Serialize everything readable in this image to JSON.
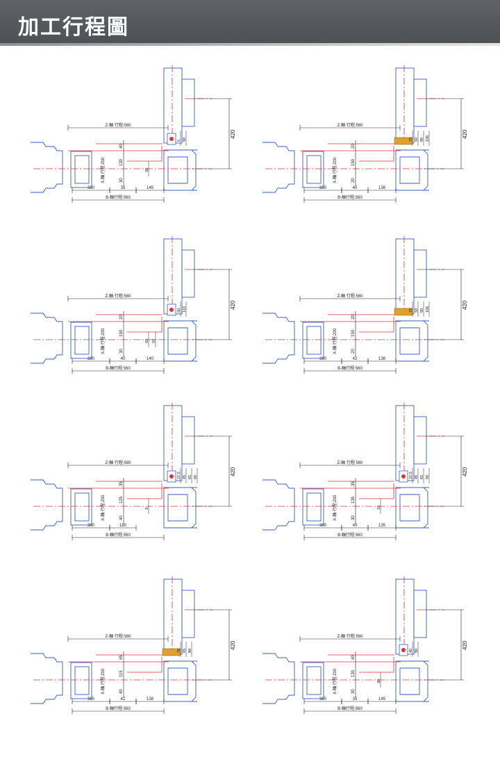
{
  "header": {
    "title": "加工行程圖"
  },
  "colors": {
    "machine": "#3a5bbf",
    "path": "#e0303a",
    "dim": "#222222",
    "tool": "#e0a030"
  },
  "diagrams": [
    {
      "z_label": "Z-軸 行程:560",
      "b_label": "B-軸行程:560",
      "x_label": "X-軸 行程:200",
      "total": "420",
      "bottom": [
        "380",
        "35",
        "145"
      ],
      "left": [
        "40",
        "130",
        "30"
      ],
      "right": [
        "5",
        "90"
      ],
      "inner": [
        "30"
      ]
    },
    {
      "z_label": "Z-軸 行程:560",
      "b_label": "B-軸行程:560",
      "x_label": "X-軸 行程:200",
      "total": "420",
      "bottom": [
        "380",
        "40",
        "138"
      ],
      "left": [
        "20",
        "150",
        "20"
      ],
      "right": [
        "75",
        "50",
        "90",
        "106"
      ],
      "inner": []
    },
    {
      "z_label": "Z-軸 行程:560",
      "b_label": "B-軸行程:560",
      "x_label": "X-軸 行程:200",
      "total": "420",
      "bottom": [
        "380",
        "40",
        "140"
      ],
      "left": [
        "20",
        "150",
        "30"
      ],
      "right": [
        "50",
        "110"
      ],
      "inner": [
        "65",
        "50"
      ]
    },
    {
      "z_label": "Z-軸 行程:560",
      "b_label": "B-軸行程:560",
      "x_label": "X-軸 行程:200",
      "total": "420",
      "bottom": [
        "380",
        "42",
        "138"
      ],
      "left": [
        "20",
        "150",
        "20"
      ],
      "right": [
        "75",
        "50",
        "90",
        "106"
      ],
      "inner": []
    },
    {
      "z_label": "Z-軸 行程:560",
      "b_label": "B-軸行程:560",
      "x_label": "X-軸 行程:200",
      "total": "420",
      "bottom": [
        "380",
        "180"
      ],
      "left": [
        "35",
        "125",
        "40"
      ],
      "right": [
        "27.5",
        "45",
        "65",
        "90"
      ],
      "inner": [
        "3"
      ]
    },
    {
      "z_label": "Z-軸 行程:560",
      "b_label": "B-軸行程:560",
      "x_label": "X-軸 行程:200",
      "total": "420",
      "bottom": [
        "380",
        "45",
        "135"
      ],
      "left": [
        "35",
        "135",
        "30"
      ],
      "right": [
        "22.5",
        "45",
        "65",
        "90"
      ],
      "inner": [
        "10"
      ]
    },
    {
      "z_label": "Z-軸 行程:560",
      "b_label": "B-軸行程:560",
      "x_label": "X-軸 行程:200",
      "total": "420",
      "bottom": [
        "380",
        "42",
        "138"
      ],
      "left": [
        "45",
        "115",
        "40"
      ],
      "right": [
        "75",
        "65",
        "88"
      ],
      "inner": []
    },
    {
      "z_label": "Z-軸 行程:560",
      "b_label": "B-軸行程:560",
      "x_label": "X-軸 行程:200",
      "total": "420",
      "bottom": [
        "380",
        "35",
        "145"
      ],
      "left": [
        "40",
        "130",
        "30"
      ],
      "right": [
        "40",
        "90"
      ],
      "inner": [
        "30"
      ]
    }
  ]
}
